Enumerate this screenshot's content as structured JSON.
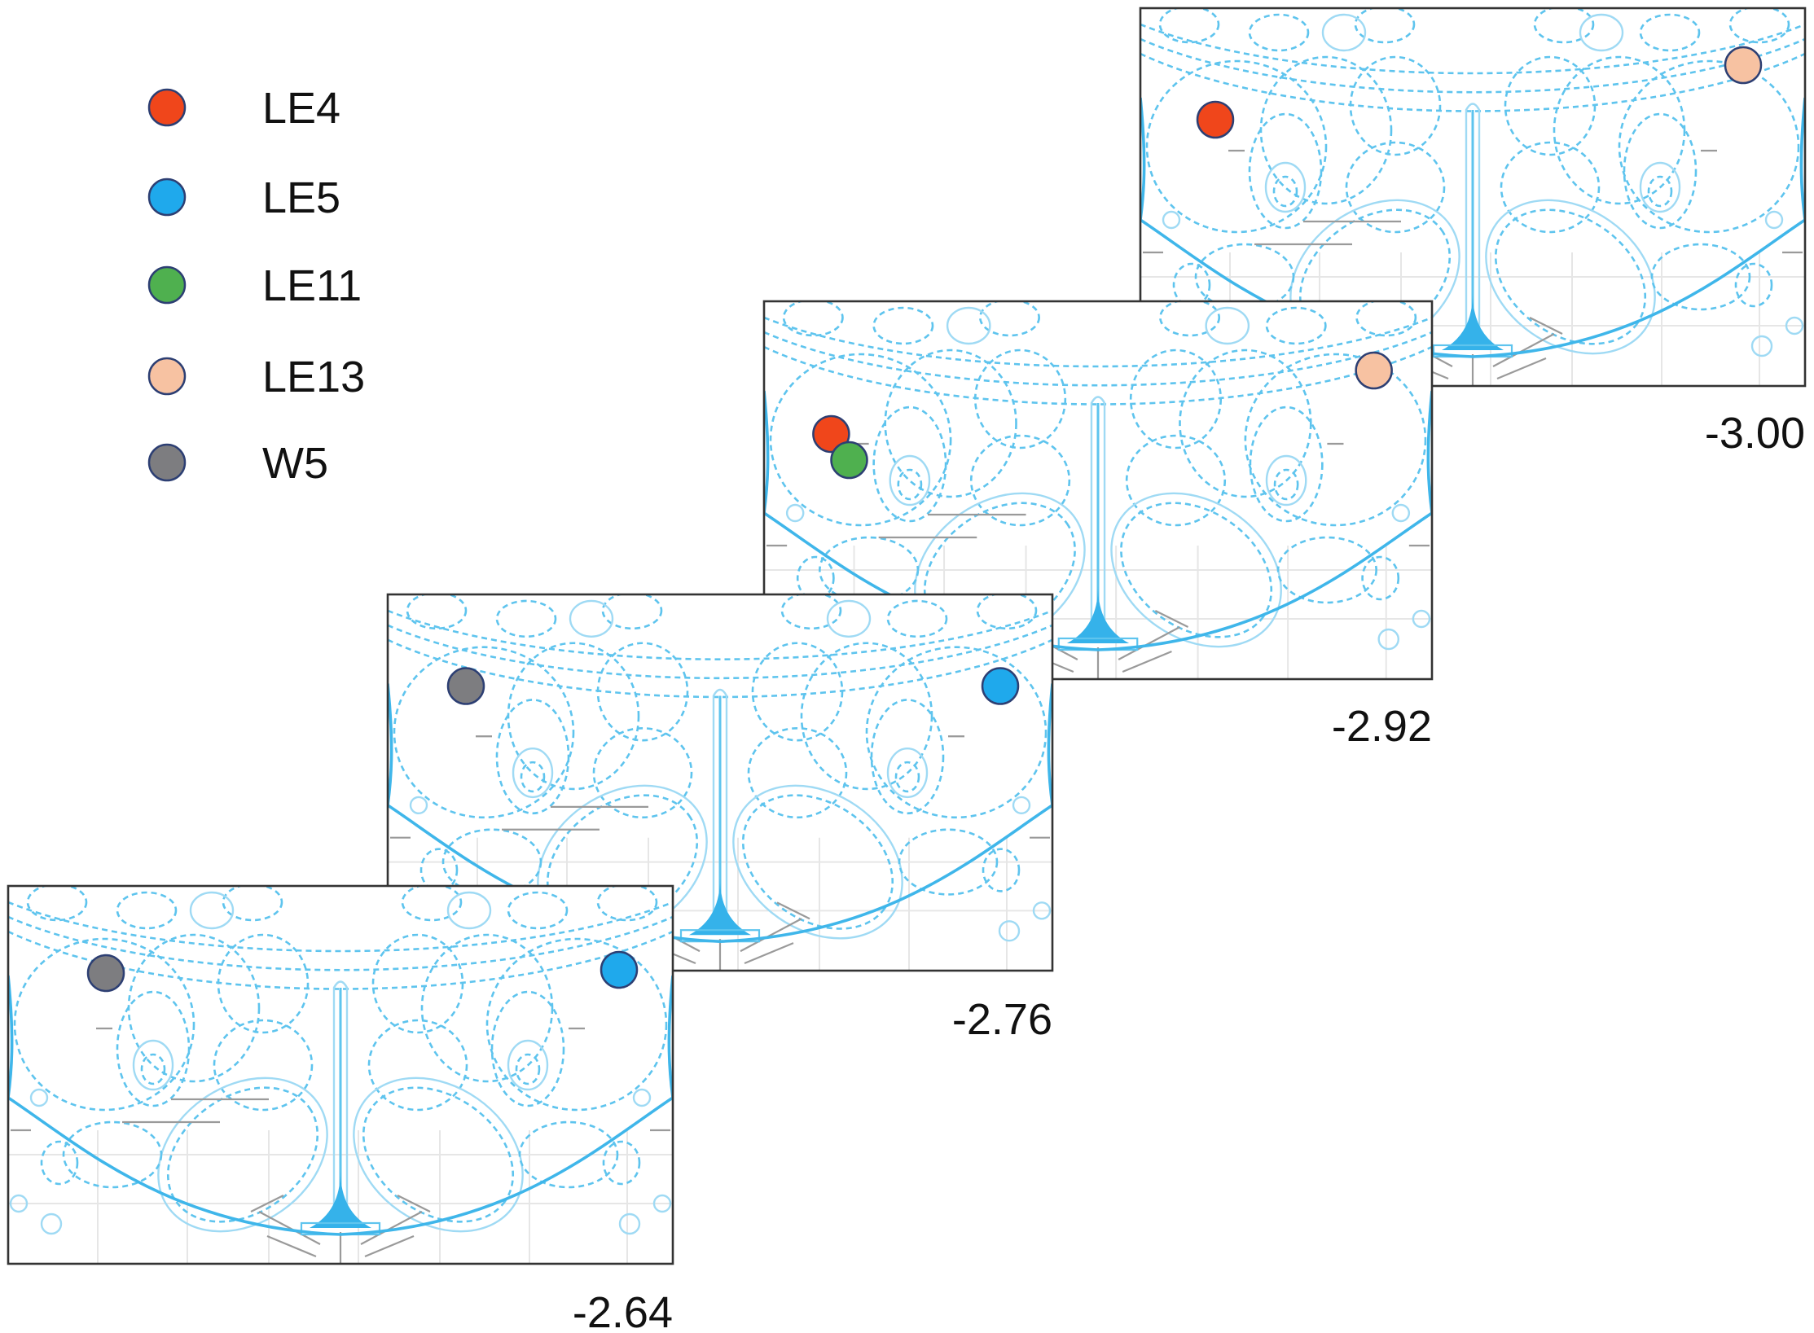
{
  "colors": {
    "atlas_line": "#5ec4ee",
    "dot_outline": "#2d3f73"
  },
  "legend": [
    {
      "label": "LE4",
      "color": "#f0461b"
    },
    {
      "label": "LE5",
      "color": "#1fa9ec"
    },
    {
      "label": "LE11",
      "color": "#4fb04f"
    },
    {
      "label": "LE13",
      "color": "#f7c2a2"
    },
    {
      "label": "W5",
      "color": "#7d7d80"
    }
  ],
  "sections": [
    {
      "coordinate": "-2.64",
      "markers": [
        {
          "subject": "W5",
          "side": "left"
        },
        {
          "subject": "LE5",
          "side": "right"
        }
      ]
    },
    {
      "coordinate": "-2.76",
      "markers": [
        {
          "subject": "W5",
          "side": "left"
        },
        {
          "subject": "LE5",
          "side": "right"
        }
      ]
    },
    {
      "coordinate": "-2.92",
      "markers": [
        {
          "subject": "LE4",
          "side": "left"
        },
        {
          "subject": "LE11",
          "side": "left"
        },
        {
          "subject": "LE13",
          "side": "right"
        }
      ]
    },
    {
      "coordinate": "-3.00",
      "markers": [
        {
          "subject": "LE4",
          "side": "left"
        },
        {
          "subject": "LE13",
          "side": "right"
        }
      ]
    }
  ]
}
